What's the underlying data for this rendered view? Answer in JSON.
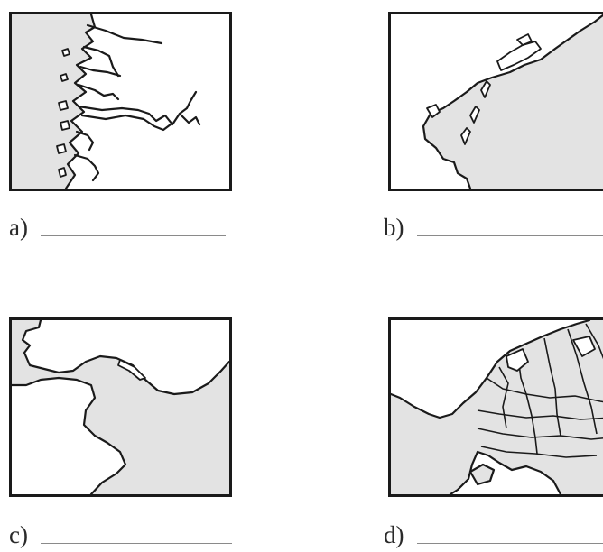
{
  "maps": [
    {
      "id": "a",
      "label": "a)",
      "answer": ""
    },
    {
      "id": "b",
      "label": "b)",
      "answer": ""
    },
    {
      "id": "c",
      "label": "c)",
      "answer": ""
    },
    {
      "id": "d",
      "label": "d)",
      "answer": ""
    }
  ],
  "colors": {
    "land": "#e3e3e3",
    "water": "#ffffff",
    "outline": "#1a1a1a",
    "answer_line": "#8a8a8a"
  }
}
